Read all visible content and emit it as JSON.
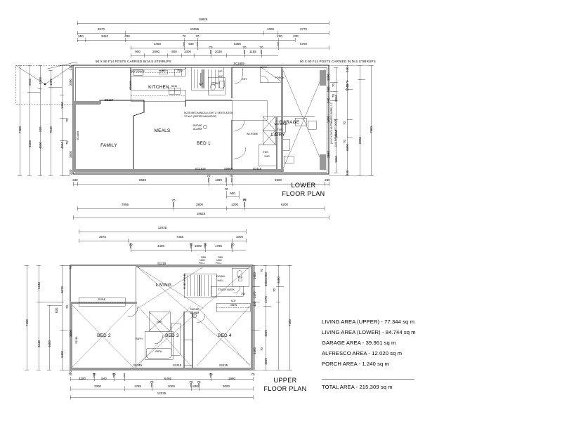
{
  "sheet": {
    "background": "#ffffff",
    "line_color": "#1a1a1a",
    "wall_fill": "#999999"
  },
  "lower_plan": {
    "title_line1": "LOWER",
    "title_line2": "FLOOR PLAN",
    "note_posts_left": "90 X 90 F14 POSTS CARRIED IN M.S.STIRRUPS",
    "note_posts_right": "90 X 90 F14 POSTS CARRIED IN M.S.STIRRUPS",
    "rooms": [
      {
        "name": "FAMILY"
      },
      {
        "name": "KITCHEN"
      },
      {
        "name": "MEALS"
      },
      {
        "name": "BED 1"
      },
      {
        "name": "W.I.ROBE"
      },
      {
        "name": "ENS"
      },
      {
        "name": "L/DRY"
      },
      {
        "name": "GARAGE"
      },
      {
        "name": "PORCH"
      },
      {
        "name": "ENT"
      },
      {
        "name": "W.C"
      }
    ],
    "fixtures": [
      {
        "name": "REF SPACE"
      },
      {
        "name": "UBC"
      },
      {
        "name": "PAN"
      },
      {
        "name": "SINK"
      },
      {
        "name": "WM SPACE"
      },
      {
        "name": "TUB"
      },
      {
        "name": "SHR"
      },
      {
        "name": "W.C"
      },
      {
        "name": "UP"
      }
    ],
    "smoke_alarm_line1": "SMOKE",
    "smoke_alarm_line2": "ALARM",
    "mech_note_line1": "NOTE:MECHANICAL LIGHT & VENTILATION",
    "mech_note_line2": "TO W.C (REFER MAIN SPEC)",
    "garage_door_label": "2140 PANEL LIFT DOOR",
    "garage_door_sub": "(2000 X 5000 AUTOMATIC DOOR) 1.7",
    "window_tags": [
      {
        "tag": "SC1809",
        "orient": "h"
      },
      {
        "tag": "SC1809",
        "orient": "v"
      },
      {
        "tag": "SC1809",
        "orient": "v"
      },
      {
        "tag": "SC1818",
        "orient": "h"
      },
      {
        "tag": "S0909",
        "orient": "h"
      },
      {
        "tag": "D2115",
        "orient": "h"
      },
      {
        "tag": "D2124",
        "orient": "h"
      }
    ],
    "dims_top_row1": [
      "18625"
    ],
    "dims_top_row2": [
      "3570",
      "10285",
      "1000",
      "3770"
    ],
    "dims_top_row3": [
      "550",
      "3410",
      "230",
      "70",
      "70",
      "230",
      "230"
    ],
    "dims_top_row4": [
      "3400",
      "930",
      "5355",
      "5700"
    ],
    "dims_top_row5": [
      "900",
      "2800",
      "900",
      "1000",
      "70",
      "2030",
      "70",
      "1185",
      "70"
    ],
    "dims_left": [
      "7900",
      "7040",
      "2640",
      "2360",
      "4660",
      "4600",
      "4640",
      "2000",
      "1400",
      "3600",
      "230",
      "230",
      "1300",
      "220",
      "70",
      "70"
    ],
    "dims_right": [
      "1240",
      "6080",
      "6380",
      "7900",
      "230",
      "230",
      "1170",
      "3010",
      "6800",
      "1000",
      "930",
      "940",
      "1300",
      "2560",
      "2280",
      "1960",
      "70",
      "70",
      "70",
      "70"
    ],
    "dims_bottom_row1": [
      "230",
      "9665",
      "70",
      "1890",
      "70",
      "6500",
      "230"
    ],
    "dims_bottom_row2": [
      "70",
      "900",
      "70"
    ],
    "dims_bottom_row3": [
      "7055",
      "70",
      "3800",
      "1200",
      "70",
      "6200"
    ],
    "dims_bottom_row4": [
      "18625"
    ]
  },
  "upper_plan": {
    "title_line1": "UPPER",
    "title_line2": "FLOOR PLAN",
    "rooms": [
      {
        "name": "LIVING"
      },
      {
        "name": "BED 2"
      },
      {
        "name": "BED 3"
      },
      {
        "name": "BED 4"
      },
      {
        "name": "BATH"
      },
      {
        "name": "W.C"
      },
      {
        "name": "STUDY NOOK"
      },
      {
        "name": "ROBE"
      },
      {
        "name": "LINEN"
      }
    ],
    "fixtures": [
      {
        "name": "SHR"
      },
      {
        "name": "BATH"
      },
      {
        "name": "SLD"
      },
      {
        "name": "DOWN"
      },
      {
        "name": "HALL"
      },
      {
        "name": "FIXED PANEL"
      },
      {
        "name": "750"
      }
    ],
    "smoke_alarm_line1": "SMOKE",
    "smoke_alarm_line2": "ALARM",
    "obs_note_1_line1": "OBS",
    "obs_note_1_line2": "1600",
    "obs_note_1_line3": "F/G.L",
    "obs_note_2_line1": "OBS",
    "obs_note_2_line2": "1600",
    "obs_note_2_line3": "F/G.L",
    "window_tags": [
      {
        "tag": "S1218"
      },
      {
        "tag": "S1218"
      },
      {
        "tag": "S1215"
      },
      {
        "tag": "S1215"
      },
      {
        "tag": "S1215"
      }
    ],
    "dims_top_row1": [
      "12035"
    ],
    "dims_top_row2": [
      "3570",
      "7465",
      "1000"
    ],
    "dims_top_row3": [
      "70",
      "70",
      "70",
      "70"
    ],
    "dims_top_row4": [
      "4400",
      "1000",
      "1785"
    ],
    "dims_left": [
      "7180",
      "2640",
      "4640",
      "3070",
      "3400",
      "4600",
      "3600",
      "830",
      "70",
      "70",
      "70"
    ],
    "dims_right": [
      "7180",
      "3000",
      "2000",
      "1475",
      "1600",
      "1800",
      "1170",
      "400",
      "3400",
      "1000",
      "1000",
      "70",
      "70",
      "70"
    ],
    "dims_bottom_row1": [
      "70",
      "2290",
      "70",
      "940",
      "70",
      "6465",
      "70",
      "1990",
      "70"
    ],
    "dims_bottom_row2": [
      "3300",
      "1785",
      "70",
      "3000",
      "70",
      "70",
      "830",
      "3000"
    ],
    "dims_bottom_row3": [
      "12035"
    ]
  },
  "area_schedule": {
    "lines": [
      "LIVING AREA (UPPER) - 77.344 sq m",
      "LIVING AREA (LOWER) - 84.744 sq m",
      "GARAGE AREA - 39.961 sq m",
      "ALFRESCO AREA - 12.020 sq m",
      "PORCH AREA - 1.240 sq m"
    ],
    "total": "TOTAL AREA - 215.309 sq m"
  }
}
